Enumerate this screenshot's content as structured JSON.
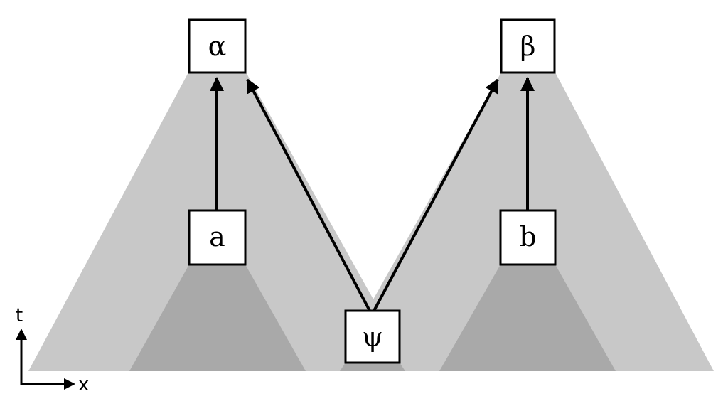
{
  "nodes": {
    "alpha": "α",
    "beta": "β",
    "a": "a",
    "b": "b",
    "psi": "ψ"
  },
  "axes": {
    "vertical": "t",
    "horizontal": "x"
  },
  "colors": {
    "outer_cone": "#c8c8c8",
    "inner_cone": "#a9a9a9",
    "box_fill": "#ffffff",
    "stroke": "#000000"
  }
}
